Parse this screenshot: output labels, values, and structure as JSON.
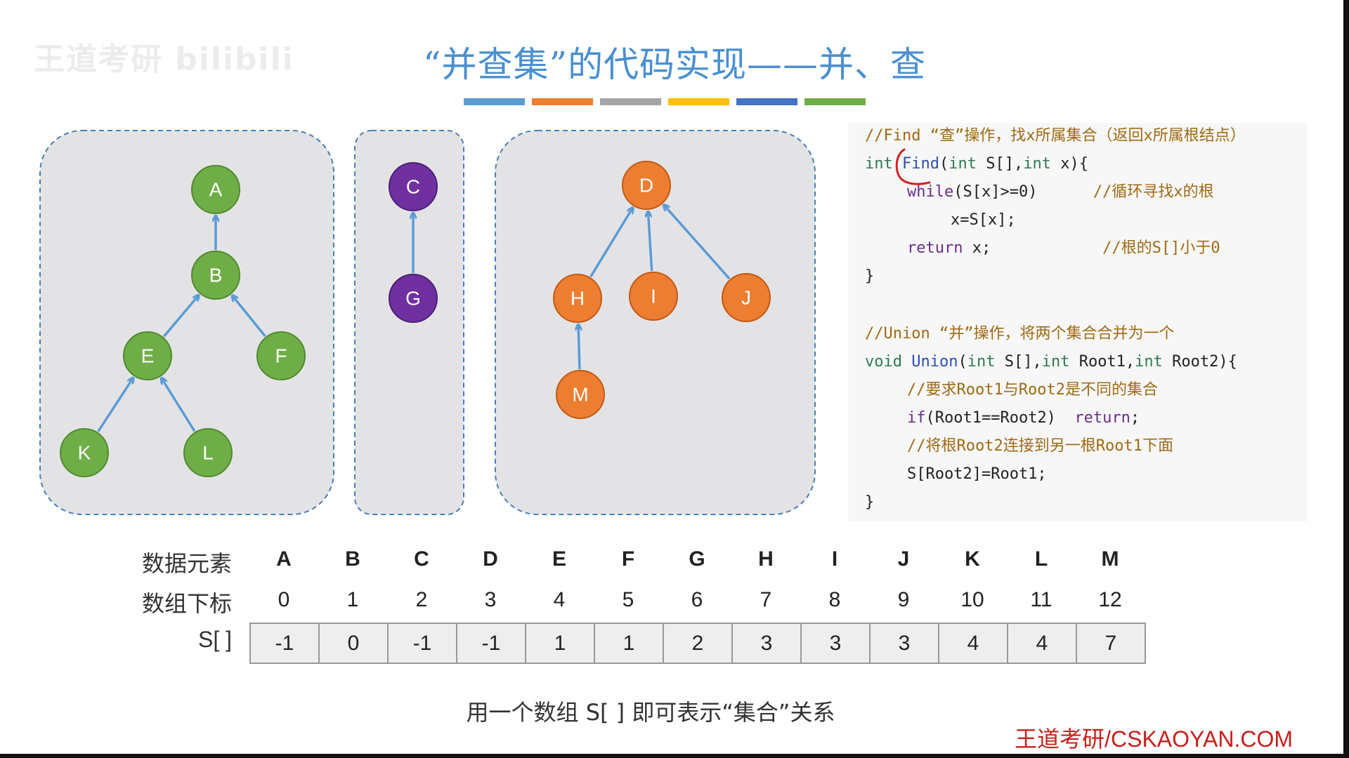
{
  "slide": {
    "title_open_quote": "“",
    "title_term": "并查集",
    "title_close_quote": "”",
    "title_rest": "的代码实现——并、查",
    "watermark": "王道考研 bilibili",
    "color_bar": [
      "#5b9bd5",
      "#ed7d31",
      "#a5a5a5",
      "#ffc000",
      "#4472c4",
      "#70ad47"
    ],
    "colors": {
      "green_node": "#6fae47",
      "green_stroke": "#4f8a2e",
      "purple_node": "#7030a0",
      "purple_stroke": "#4d1f73",
      "orange_node": "#ed7d31",
      "orange_stroke": "#c25a12",
      "edge": "#5b9bd5",
      "panel_fill": "#e3e3e6",
      "panel_border": "#4a7fb3",
      "annotation": "#d62020"
    }
  },
  "trees": {
    "set1": {
      "nodes": [
        "A",
        "B",
        "E",
        "F",
        "K",
        "L"
      ],
      "edges": [
        [
          "B",
          "A"
        ],
        [
          "E",
          "B"
        ],
        [
          "F",
          "B"
        ],
        [
          "K",
          "E"
        ],
        [
          "L",
          "E"
        ]
      ]
    },
    "set2": {
      "nodes": [
        "C",
        "G"
      ],
      "edges": [
        [
          "G",
          "C"
        ]
      ]
    },
    "set3": {
      "nodes": [
        "D",
        "H",
        "I",
        "J",
        "M"
      ],
      "edges": [
        [
          "H",
          "D"
        ],
        [
          "I",
          "D"
        ],
        [
          "J",
          "D"
        ],
        [
          "M",
          "H"
        ]
      ]
    }
  },
  "code": {
    "find_comment": "//Find “查”操作，找x所属集合（返回x所属根结点）",
    "find_sig": [
      "int ",
      "Find",
      "(",
      "int",
      " S[],",
      "int",
      " x){"
    ],
    "find_while": [
      "while",
      "(S[x]>=0)",
      "      //循环寻找x的根"
    ],
    "find_assign": "x=S[x];",
    "find_return": [
      "return",
      " x;",
      "            //根的S[]小于0"
    ],
    "find_close": "}",
    "union_comment": "//Union “并”操作，将两个集合合并为一个",
    "union_sig": [
      "void",
      " ",
      "Union",
      "(",
      "int",
      " S[],",
      "int",
      " Root1,",
      "int",
      " Root2){"
    ],
    "union_req": "//要求Root1与Root2是不同的集合",
    "union_if": [
      "if",
      "(Root1==Root2)  ",
      "return",
      ";"
    ],
    "union_link_comment": "//将根Root2连接到另一根Root1下面",
    "union_assign": "S[Root2]=Root1;",
    "union_close": "}"
  },
  "table": {
    "row_labels": {
      "elements": "数据元素",
      "indices": "数组下标",
      "s_array": "S[ ]"
    },
    "elements": [
      "A",
      "B",
      "C",
      "D",
      "E",
      "F",
      "G",
      "H",
      "I",
      "J",
      "K",
      "L",
      "M"
    ],
    "indices": [
      "0",
      "1",
      "2",
      "3",
      "4",
      "5",
      "6",
      "7",
      "8",
      "9",
      "10",
      "11",
      "12"
    ],
    "s_values": [
      "-1",
      "0",
      "-1",
      "-1",
      "1",
      "1",
      "2",
      "3",
      "3",
      "3",
      "4",
      "4",
      "7"
    ]
  },
  "caption": "用一个数组 S[ ] 即可表示“集合”关系",
  "footer_brand": "王道考研/CSKAOYAN.COM"
}
